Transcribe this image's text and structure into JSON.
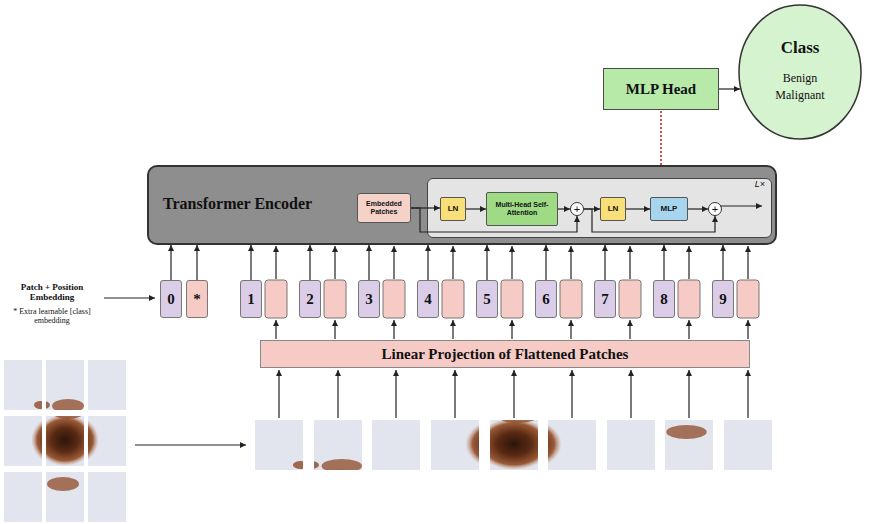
{
  "diagram": {
    "nodes": [
      {
        "text": [
          "Class",
          "Benign",
          "Malignant"
        ]
      },
      {
        "text": [
          "MLP Head"
        ]
      },
      {
        "text": [
          "Transformer Encoder"
        ]
      },
      {
        "text": [
          "Embedded Patches"
        ],
        "in": 2
      },
      {
        "text": [
          "L×"
        ],
        "in": 2
      },
      {
        "text": [
          "LN"
        ],
        "in": 4
      },
      {
        "text": [
          "Multi-Head Self-Attention"
        ],
        "in": 4
      },
      {
        "text": [
          "+"
        ],
        "in": 4
      },
      {
        "text": [
          "LN"
        ],
        "in": 4
      },
      {
        "text": [
          "MLP"
        ],
        "in": 4
      },
      {
        "text": [
          "+"
        ],
        "in": 4
      },
      {
        "text": [
          "0"
        ]
      },
      {
        "text": [
          "*"
        ]
      },
      {
        "text": [
          "1"
        ]
      },
      {
        "text": [
          "2"
        ]
      },
      {
        "text": [
          "3"
        ]
      },
      {
        "text": [
          "4"
        ]
      },
      {
        "text": [
          "5"
        ]
      },
      {
        "text": [
          "6"
        ]
      },
      {
        "text": [
          "7"
        ]
      },
      {
        "text": [
          "8"
        ]
      },
      {
        "text": [
          "9"
        ]
      },
      {
        "text": [
          "Linear Projection of Flattened Patches"
        ]
      }
    ],
    "edges": [
      {
        "from": 1,
        "to": 0,
        "arrow": "to"
      },
      {
        "from": 2,
        "to": 1,
        "arrow": "none"
      },
      {
        "from": 3,
        "to": 5,
        "arrow": "to"
      },
      {
        "from": 5,
        "to": 6,
        "arrow": "to"
      },
      {
        "from": 6,
        "to": 7,
        "arrow": "to"
      },
      {
        "from": 3,
        "to": 7,
        "arrow": "to"
      },
      {
        "from": 7,
        "to": 8,
        "arrow": "to"
      },
      {
        "from": 8,
        "to": 9,
        "arrow": "to"
      },
      {
        "from": 9,
        "to": 10,
        "arrow": "to"
      },
      {
        "from": 7,
        "to": 10,
        "arrow": "to"
      },
      {
        "from": 11,
        "to": 2,
        "arrow": "to"
      },
      {
        "from": 12,
        "to": 2,
        "arrow": "to"
      },
      {
        "from": 13,
        "to": 2,
        "arrow": "to"
      },
      {
        "from": 14,
        "to": 2,
        "arrow": "to"
      },
      {
        "from": 15,
        "to": 2,
        "arrow": "to"
      },
      {
        "from": 16,
        "to": 2,
        "arrow": "to"
      },
      {
        "from": 17,
        "to": 2,
        "arrow": "to"
      },
      {
        "from": 18,
        "to": 2,
        "arrow": "to"
      },
      {
        "from": 19,
        "to": 2,
        "arrow": "to"
      },
      {
        "from": 20,
        "to": 2,
        "arrow": "to"
      },
      {
        "from": 21,
        "to": 2,
        "arrow": "to"
      }
    ],
    "labels": [
      "Patch + Position Embedding",
      "* Extra learnable [class] embedding"
    ]
  }
}
